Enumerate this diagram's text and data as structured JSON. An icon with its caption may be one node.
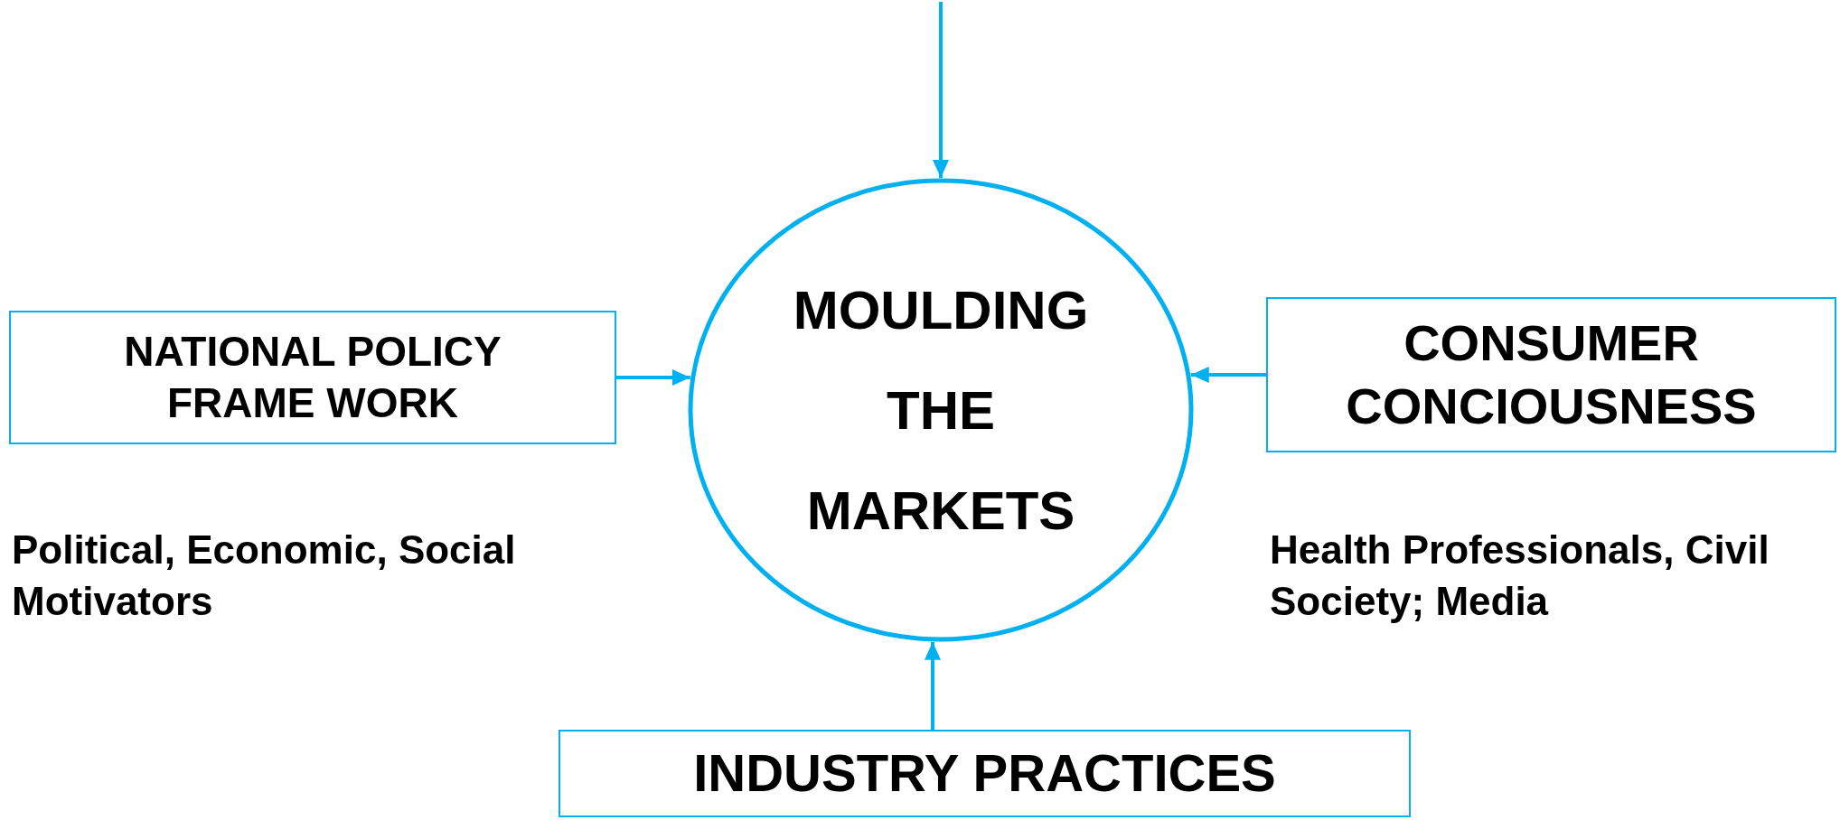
{
  "diagram": {
    "nodes": [
      {
        "text": [
          "NATIONAL POLICY FRAME WORK"
        ],
        "beside": [
          "Political, Economic, Social Motivators"
        ]
      },
      {
        "text": [
          "MOULDING THE MARKETS"
        ]
      },
      {
        "text": [
          "CONSUMER CONCIOUSNESS"
        ],
        "beside": [
          "Health Professionals, Civil Society; Media"
        ]
      },
      {
        "text": [
          "INDUSTRY PRACTICES"
        ]
      }
    ],
    "edges": [
      {
        "from": null,
        "to": 1,
        "arrow": "to"
      },
      {
        "from": 0,
        "to": 1,
        "arrow": "to"
      },
      {
        "from": 2,
        "to": 1,
        "arrow": "to"
      },
      {
        "from": 3,
        "to": 1,
        "arrow": "to"
      }
    ]
  }
}
